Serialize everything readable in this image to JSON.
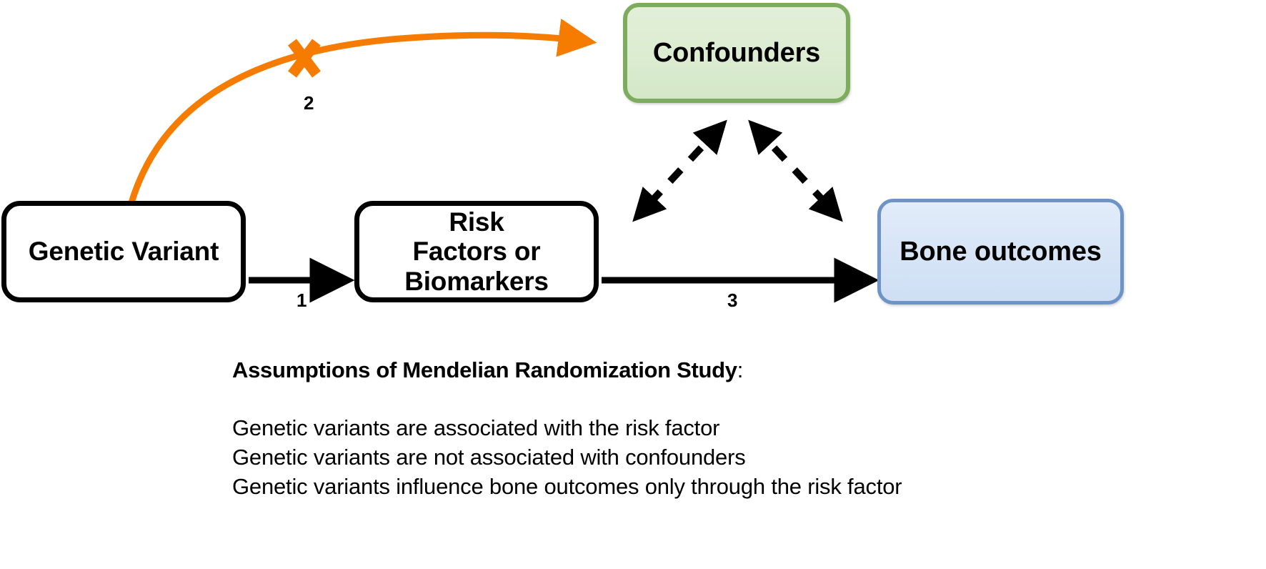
{
  "diagram": {
    "title": "Mendelian Randomization Study diagram",
    "nodes": {
      "genetic_variant": {
        "label": "Genetic Variant"
      },
      "risk_factors": {
        "line1": "Risk",
        "line2": "Factors or",
        "line3": "Biomarkers"
      },
      "confounders": {
        "label": "Confounders"
      },
      "bone_outcomes": {
        "label": "Bone outcomes"
      }
    },
    "edge_labels": {
      "one": "1",
      "two": "2",
      "three": "3"
    },
    "markers": {
      "blocked_path": "X"
    },
    "colors": {
      "blocked_arrow": "#F57C00",
      "confounders_border": "#7EAC5F",
      "confounders_fill": "#DBEBD1",
      "bone_border": "#6E93C6",
      "bone_fill": "#D6E4F6",
      "arrow": "#000000"
    }
  },
  "caption": {
    "heading": "Assumptions of Mendelian Randomization Study",
    "heading_colon": ":",
    "lines": [
      "Genetic variants are associated with the risk factor",
      "Genetic variants are not associated with confounders",
      "Genetic variants influence bone outcomes only through the risk factor"
    ]
  }
}
